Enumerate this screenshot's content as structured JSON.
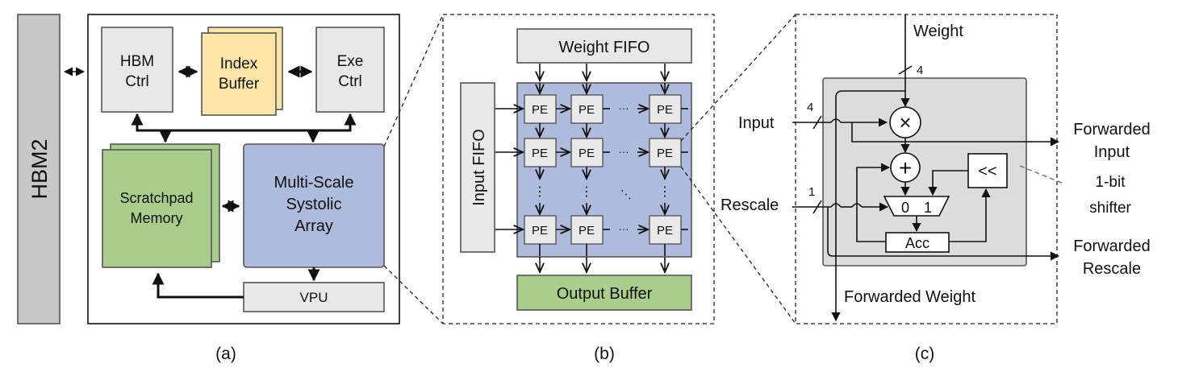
{
  "panel_a": {
    "caption": "(a)",
    "hbm2": "HBM2",
    "hbm_ctrl": [
      "HBM",
      "Ctrl"
    ],
    "index_buffer": [
      "Index",
      "Buffer"
    ],
    "exe_ctrl": [
      "Exe",
      "Ctrl"
    ],
    "scratchpad": [
      "Scratchpad",
      "Memory"
    ],
    "systolic": [
      "Multi-Scale",
      "Systolic",
      "Array"
    ],
    "vpu": "VPU"
  },
  "panel_b": {
    "caption": "(b)",
    "weight_fifo": "Weight FIFO",
    "input_fifo": "Input FIFO",
    "output_buffer": "Output Buffer",
    "pe": "PE",
    "hdots": "···",
    "vdots": "⋮",
    "ddots": "⋱"
  },
  "panel_c": {
    "caption": "(c)",
    "weight": "Weight",
    "input": "Input",
    "rescale": "Rescale",
    "forwarded_input": [
      "Forwarded",
      "Input"
    ],
    "forwarded_rescale": [
      "Forwarded",
      "Rescale"
    ],
    "forwarded_weight": "Forwarded Weight",
    "shifter_label": [
      "1-bit",
      "shifter"
    ],
    "shift_op": "<<",
    "mult_op": "×",
    "add_op": "+",
    "acc": "Acc",
    "mux_0": "0",
    "mux_1": "1",
    "bit_weight": "4",
    "bit_input": "4",
    "bit_rescale": "1"
  },
  "colors": {
    "gray_block": "#e8e8e8",
    "hbm_bar": "#c8c8c8",
    "yellow": "#fbe6a6",
    "green": "#a9cd8a",
    "blue": "#aebbdc",
    "pe_box": "#e9e9e9"
  }
}
